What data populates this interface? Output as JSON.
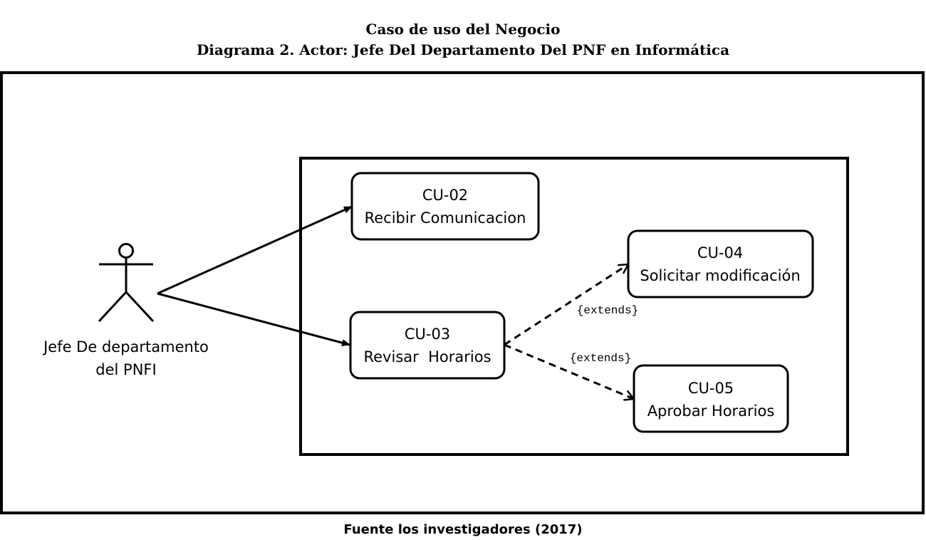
{
  "header": {
    "title": "Caso de uso del Negocio",
    "subtitle": "Diagrama 2.  Actor: Jefe Del Departamento Del PNF en Informática"
  },
  "actor": {
    "label_line1": "Jefe De departamento",
    "label_line2": "del PNFI"
  },
  "use_cases": {
    "cu02": {
      "id": "CU-02",
      "name": "Recibir Comunicacion"
    },
    "cu03": {
      "id": "CU-03",
      "name": "Revisar  Horarios"
    },
    "cu04": {
      "id": "CU-04",
      "name": "Solicitar modificación"
    },
    "cu05": {
      "id": "CU-05",
      "name": "Aprobar Horarios"
    }
  },
  "relations": {
    "extends_04": "{extends}",
    "extends_05": "{extends}"
  },
  "footer": {
    "source": "Fuente los investigadores (2017)"
  }
}
